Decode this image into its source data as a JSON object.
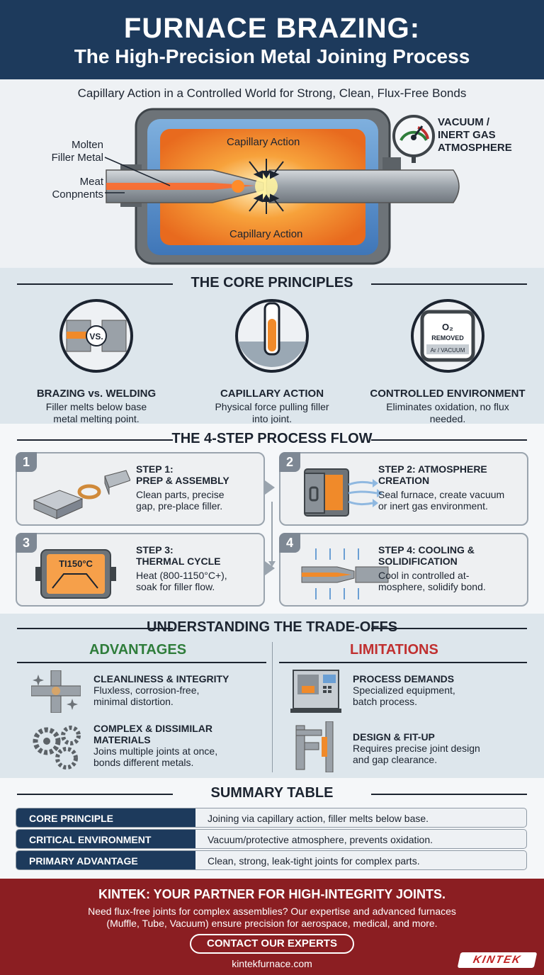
{
  "header": {
    "title": "FURNACE BRAZING:",
    "subtitle": "The High-Precision Metal Joining Process"
  },
  "hero": {
    "subtitle": "Capillary Action in a Controlled World for Strong, Clean, Flux-Free Bonds",
    "label_molten_1": "Molten",
    "label_molten_2": "Filler Metal",
    "label_meat_1": "Meat",
    "label_meat_2": "Conpnents",
    "capillary_top": "Capillary Action",
    "capillary_bottom": "Capillary Action",
    "atmosphere_1": "VACUUM /",
    "atmosphere_2": "INERT GAS",
    "atmosphere_3": "ATMOSPHERE"
  },
  "principles": {
    "title": "THE CORE PRINCIPLES",
    "items": [
      {
        "icon_text": "VS.",
        "title": "BRAZING vs. WELDING",
        "desc": "Filler melts below base metal melting point."
      },
      {
        "title": "CAPILLARY ACTION",
        "desc": "Physical force pulling filler into joint."
      },
      {
        "icon_text_1": "O₂",
        "icon_text_2": "REMOVED",
        "icon_text_3": "Ar / VACUUM",
        "title": "CONTROLLED ENVIRONMENT",
        "desc": "Eliminates oxidation, no flux needed."
      }
    ]
  },
  "process": {
    "title": "THE 4-STEP PROCESS FLOW",
    "steps": [
      {
        "num": "1",
        "title_1": "STEP 1:",
        "title_2": "PREP & ASSEMBLY",
        "desc_1": "Clean parts, precise",
        "desc_2": "gap, pre-place filler."
      },
      {
        "num": "2",
        "title_1": "STEP 2: ATMOSPHERE",
        "title_2": "CREATION",
        "desc_1": "Seal furnace, create vacuum",
        "desc_2": "or inert gas environment."
      },
      {
        "num": "3",
        "icon_text": "TI150°C",
        "title_1": "STEP 3:",
        "title_2": "THERMAL CYCLE",
        "desc_1": "Heat (800-1150°C+),",
        "desc_2": "soak for filler flow."
      },
      {
        "num": "4",
        "title_1": "STEP 4: COOLING &",
        "title_2": "SOLIDIFICATION",
        "desc_1": "Cool in controlled at-",
        "desc_2": "mosphere, solidify bond."
      }
    ]
  },
  "tradeoffs": {
    "title": "UNDERSTANDING THE TRADE-OFFS",
    "advantages_label": "ADVANTAGES",
    "limitations_label": "LIMITATIONS",
    "advantages": [
      {
        "title": "CLEANLINESS & INTEGRITY",
        "desc_1": "Fluxless, corrosion-free,",
        "desc_2": "minimal distortion."
      },
      {
        "title_1": "COMPLEX & DISSIMILAR",
        "title_2": "MATERIALS",
        "desc_1": "Joins multiple joints at once,",
        "desc_2": "bonds different metals."
      }
    ],
    "limitations": [
      {
        "title": "PROCESS DEMANDS",
        "desc_1": "Specialized equipment,",
        "desc_2": "batch process."
      },
      {
        "title": "DESIGN & FIT-UP",
        "desc_1": "Requires precise joint design",
        "desc_2": "and gap clearance."
      }
    ]
  },
  "summary": {
    "title": "SUMMARY TABLE",
    "rows": [
      {
        "key": "CORE PRINCIPLE",
        "value": "Joining via capillary action, filler melts below base."
      },
      {
        "key": "CRITICAL ENVIRONMENT",
        "value": "Vacuum/protective atmosphere, prevents oxidation."
      },
      {
        "key": "PRIMARY ADVANTAGE",
        "value": "Clean, strong, leak-tight joints for complex parts."
      }
    ]
  },
  "footer": {
    "title": "KINTEK: YOUR PARTNER FOR HIGH-INTEGRITY JOINTS.",
    "desc_1": "Need flux-free joints for complex assemblies? Our expertise and advanced furnaces",
    "desc_2": "(Muffle, Tube, Vacuum) ensure precision for aerospace, medical, and more.",
    "cta": "CONTACT OUR EXPERTS",
    "url": "kintekfurnace.com",
    "logo": "KINTEK"
  }
}
